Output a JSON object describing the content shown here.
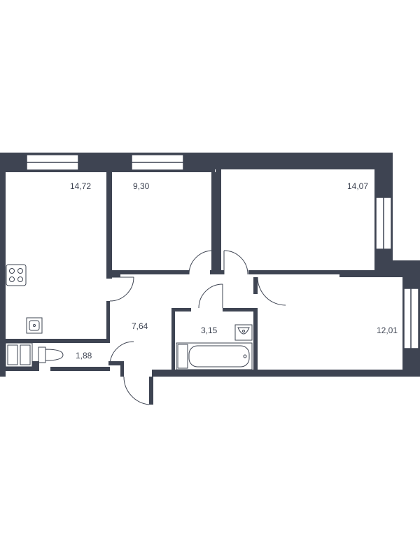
{
  "colors": {
    "wall": "#3e4452",
    "background": "#ffffff",
    "fixture": "#3e4452"
  },
  "rooms": [
    {
      "id": "kitchen",
      "area": "14,72"
    },
    {
      "id": "bedroom-small",
      "area": "9,30"
    },
    {
      "id": "bedroom-large",
      "area": "14,07"
    },
    {
      "id": "bedroom-right",
      "area": "12,01"
    },
    {
      "id": "hallway",
      "area": "7,64"
    },
    {
      "id": "bathroom",
      "area": "3,15"
    },
    {
      "id": "wc",
      "area": "1,88"
    }
  ],
  "icons": [
    "stove-icon",
    "sink-icon",
    "washing-machine-icon",
    "toilet-icon",
    "bathtub-icon",
    "washbasin-icon"
  ]
}
